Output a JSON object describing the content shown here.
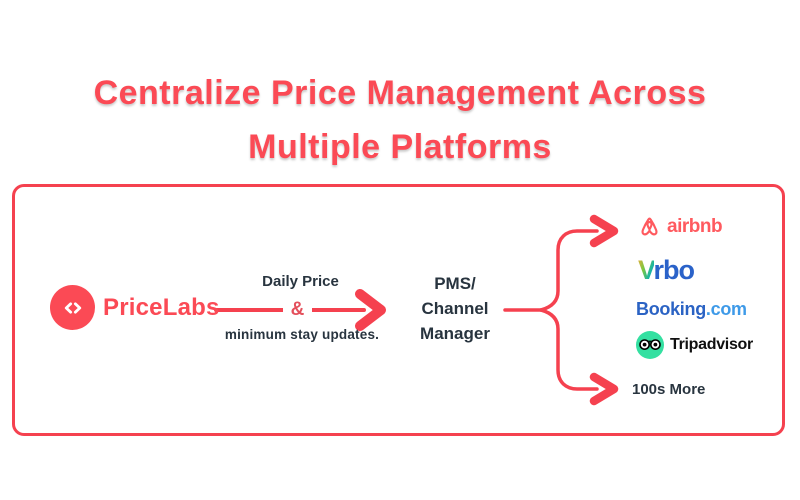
{
  "title": {
    "line1": "Centralize Price Management Across",
    "line2": "Multiple Platforms"
  },
  "source": {
    "brand": "PriceLabs",
    "icon": "code-angle-brackets-icon"
  },
  "arrow_label": {
    "top": "Daily Price",
    "amp": "&",
    "bottom": "minimum stay updates."
  },
  "pms": {
    "line1": "PMS/",
    "line2": "Channel",
    "line3": "Manager"
  },
  "platforms": [
    {
      "name": "airbnb",
      "label": "airbnb"
    },
    {
      "name": "vrbo",
      "v": "V",
      "rest": "rbo"
    },
    {
      "name": "booking",
      "primary": "Booking",
      "secondary": ".com"
    },
    {
      "name": "tripadvisor",
      "label": "Tripadvisor"
    },
    {
      "name": "more",
      "label": "100s More"
    }
  ],
  "colors": {
    "accent_red": "#F5414F",
    "title_red": "#FB4A55",
    "dark_text": "#28343F",
    "airbnb_red": "#FF5A5F",
    "vrbo_blue": "#2A62C9",
    "booking_dark_blue": "#2B63C4",
    "booking_light_blue": "#3E9AE8",
    "tripadvisor_green": "#34E0A1"
  }
}
